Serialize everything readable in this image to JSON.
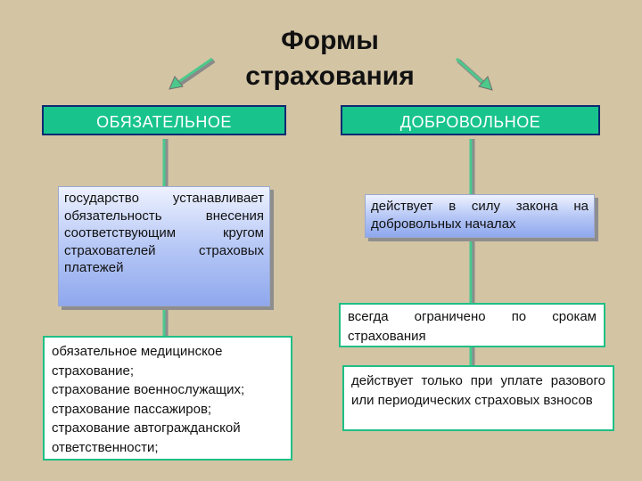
{
  "title": {
    "line1": "Формы",
    "line2": "страхования"
  },
  "left": {
    "header": "ОБЯЗАТЕЛЬНОЕ",
    "definition": "государство устанавливает обязательность внесения соответствующим кругом страхователей страховых платежей",
    "examples": [
      "обязательное медицинское",
      "страхование;",
      "страхование военнослужащих;",
      "страхование пассажиров;",
      "страхование автогражданской",
      "ответственности;"
    ]
  },
  "right": {
    "header": "ДОБРОВОЛЬНОЕ",
    "definition": "действует в силу закона на добровольных началах",
    "feature1": "всегда ограничено по срокам страхования",
    "feature2": "действует только при уплате разового или периодических страховых взносов"
  },
  "colors": {
    "background": "#d3c4a3",
    "accent": "#19c48c",
    "border": "#0b2a72"
  }
}
